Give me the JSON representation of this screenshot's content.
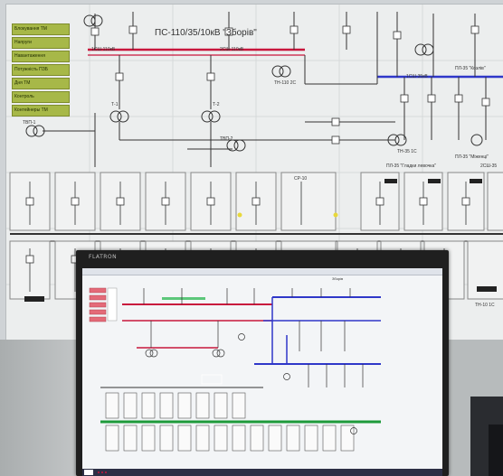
{
  "mimic_board": {
    "title": "ПС-110/35/10кВ \"Зборів\"",
    "legend_buttons": [
      "Блокування ТМ",
      "Напруги",
      "Навантаження",
      "Потужність ПЗБ",
      "Дня ТМ",
      "Контроль",
      "Контейнеры ТМ"
    ],
    "labels": {
      "bus_110_1": "1СШ-110кВ",
      "bus_110_2": "2СШ-110кВ",
      "t1": "Т-1",
      "t2": "Т-2",
      "tn110": "ТН-110 2С",
      "tvp1": "ТВП-1",
      "tvp2": "ТВП-2",
      "bus_35": "1СШ-35кВ",
      "tn35": "ТН-35 1С",
      "kozliv": "ПЛ-35 \"Козлів\"",
      "hlavne": "ПЛ-35 \"Гладки левочка\"",
      "mmontsi": "ПЛ-35 \"Міженці\"",
      "bus_35_2": "2СШ-35",
      "sr10": "СР-10",
      "tn10": "ТН-10 1С"
    }
  },
  "monitor": {
    "brand": "FLATRON",
    "screen_title": "Зборів"
  },
  "colors": {
    "bus_110": "#c8163c",
    "bus_35": "#2f37c9",
    "bus_10": "#1e9a3a",
    "legend_fill": "#a7b848"
  }
}
